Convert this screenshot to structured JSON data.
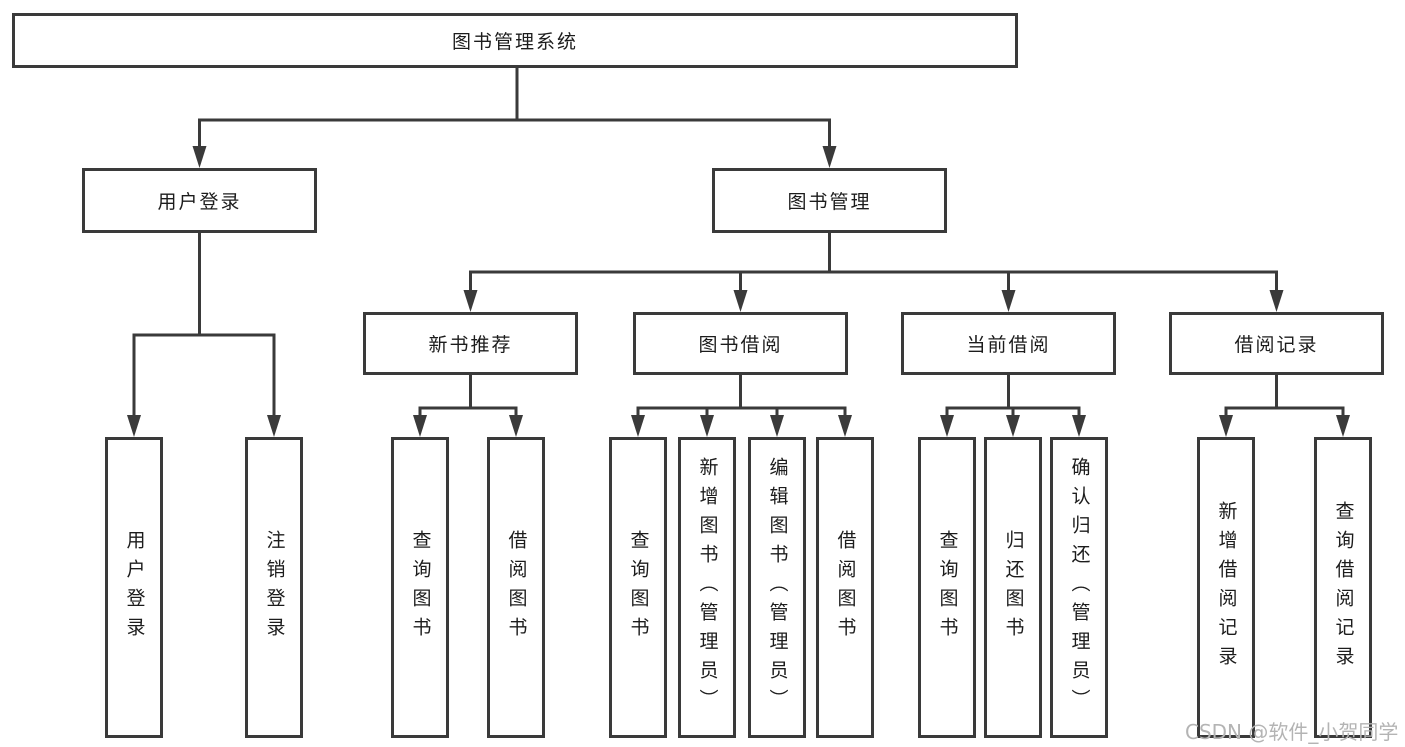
{
  "tree": {
    "label": "图书管理系统",
    "children": [
      {
        "label": "用户登录",
        "children": [
          {
            "label": "用户登录"
          },
          {
            "label": "注销登录"
          }
        ]
      },
      {
        "label": "图书管理",
        "children": [
          {
            "label": "新书推荐",
            "children": [
              {
                "label": "查询图书"
              },
              {
                "label": "借阅图书"
              }
            ]
          },
          {
            "label": "图书借阅",
            "children": [
              {
                "label": "查询图书"
              },
              {
                "label": "新增图书（管理员）"
              },
              {
                "label": "编辑图书（管理员）"
              },
              {
                "label": "借阅图书"
              }
            ]
          },
          {
            "label": "当前借阅",
            "children": [
              {
                "label": "查询图书"
              },
              {
                "label": "归还图书"
              },
              {
                "label": "确认归还（管理员）"
              }
            ]
          },
          {
            "label": "借阅记录",
            "children": [
              {
                "label": "新增借阅记录"
              },
              {
                "label": "查询借阅记录"
              }
            ]
          }
        ]
      }
    ]
  },
  "watermark": {
    "text": "CSDN @软件_小贺同学"
  },
  "colors": {
    "line": "#3a3a3a",
    "text": "#1c1c1c",
    "box_background": "#ffffff",
    "watermark": "#b4b4b4",
    "background": "#ffffff"
  }
}
